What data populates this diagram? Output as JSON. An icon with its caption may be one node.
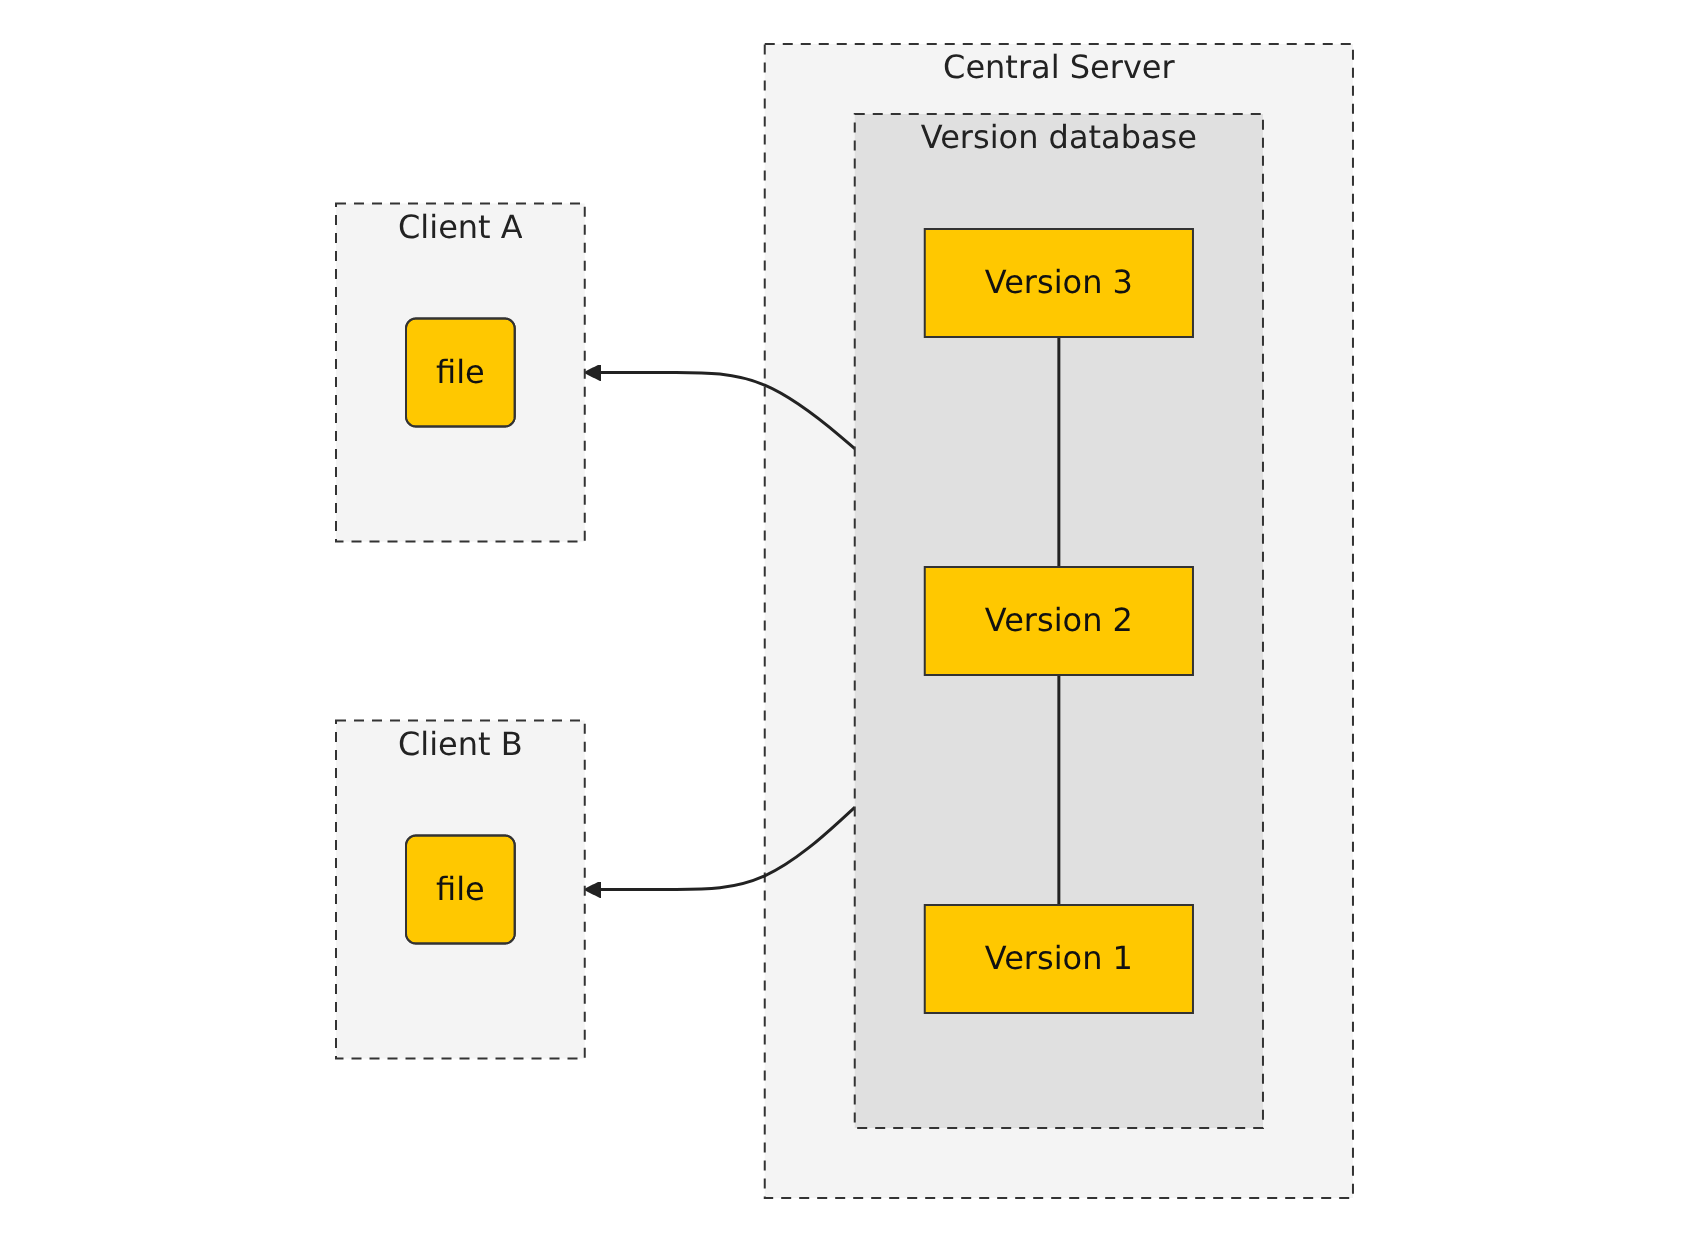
{
  "diagram": {
    "nodes": [
      {
        "text": [
          "Client A"
        ]
      },
      {
        "text": [
          "file"
        ],
        "in": 0
      },
      {
        "text": [
          "Central Server"
        ]
      },
      {
        "text": [
          "Version database"
        ],
        "in": 2
      },
      {
        "text": [
          "Version 3"
        ],
        "in": 3
      },
      {
        "text": [
          "Version 2"
        ],
        "in": 3
      },
      {
        "text": [
          "Version 1"
        ],
        "in": 3
      },
      {
        "text": [
          "Client B"
        ]
      },
      {
        "text": [
          "file"
        ],
        "in": 7
      }
    ],
    "edges": [
      {
        "from": 3,
        "to": 0,
        "arrow": "to"
      },
      {
        "from": 3,
        "to": 7,
        "arrow": "to"
      },
      {
        "from": 4,
        "to": 5,
        "arrow": "none"
      },
      {
        "from": 5,
        "to": 6,
        "arrow": "none"
      }
    ]
  }
}
